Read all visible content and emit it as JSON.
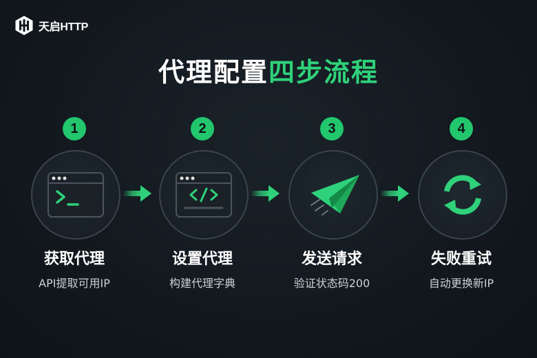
{
  "brand": {
    "name": "天启HTTP"
  },
  "title": {
    "part1": "代理配置",
    "part2": "四步流程"
  },
  "colors": {
    "accent": "#2fd27a",
    "badge": "#22c76d",
    "background": "#12181e"
  },
  "steps": [
    {
      "number": "1",
      "title": "获取代理",
      "desc": "API提取可用IP",
      "icon": "terminal-window-icon"
    },
    {
      "number": "2",
      "title": "设置代理",
      "desc": "构建代理字典",
      "icon": "code-window-icon"
    },
    {
      "number": "3",
      "title": "发送请求",
      "desc": "验证状态码200",
      "icon": "paper-plane-icon"
    },
    {
      "number": "4",
      "title": "失败重试",
      "desc": "自动更换新IP",
      "icon": "refresh-icon"
    }
  ]
}
